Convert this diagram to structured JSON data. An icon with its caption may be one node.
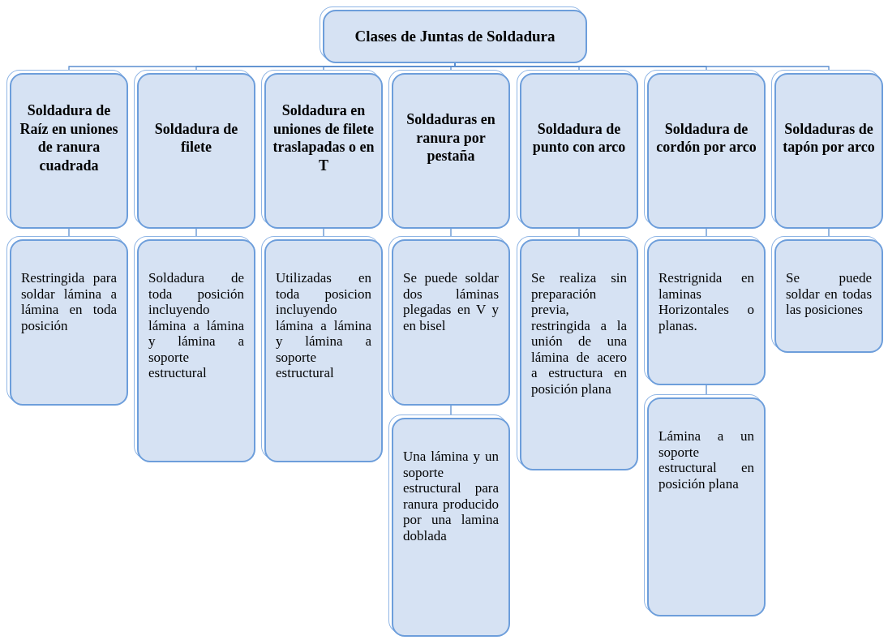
{
  "diagram": {
    "nodes": [
      {
        "text": [
          "Clases de Juntas de Soldadura"
        ]
      },
      {
        "text": [
          "Soldadura de Raíz en uniones de ranura cuadrada"
        ]
      },
      {
        "text": [
          "Soldadura de filete"
        ]
      },
      {
        "text": [
          "Soldadura en uniones de filete traslapadas o en T"
        ]
      },
      {
        "text": [
          "Soldaduras en ranura por pestaña"
        ]
      },
      {
        "text": [
          "Soldadura de punto con arco"
        ]
      },
      {
        "text": [
          "Soldadura de cordón por arco"
        ]
      },
      {
        "text": [
          "Soldaduras de tapón por arco"
        ]
      },
      {
        "text": [
          "Restringida para soldar lámina a lámina en toda posición"
        ]
      },
      {
        "text": [
          "Soldadura de toda posición incluyendo lámina a lámina y lámina a soporte estructural"
        ]
      },
      {
        "text": [
          "Utilizadas en toda posicion incluyendo lámina a lámina y lámina a soporte estructural"
        ]
      },
      {
        "text": [
          "Se puede soldar dos láminas plegadas en V y en bisel"
        ]
      },
      {
        "text": [
          "Una lámina y un soporte estructural para ranura producido por una lamina doblada"
        ]
      },
      {
        "text": [
          "Se realiza sin preparación previa, restringida a la unión de una lámina de acero a estructura en posición plana"
        ]
      },
      {
        "text": [
          "Restrignida en laminas Horizontales o planas."
        ]
      },
      {
        "text": [
          "Lámina a un soporte estructural en posición plana"
        ]
      },
      {
        "text": [
          "Se puede soldar en todas las posiciones"
        ]
      }
    ],
    "edges": [
      {
        "from": 0,
        "to": 1,
        "arrow": "none"
      },
      {
        "from": 0,
        "to": 2,
        "arrow": "none"
      },
      {
        "from": 0,
        "to": 3,
        "arrow": "none"
      },
      {
        "from": 0,
        "to": 4,
        "arrow": "none"
      },
      {
        "from": 0,
        "to": 5,
        "arrow": "none"
      },
      {
        "from": 0,
        "to": 6,
        "arrow": "none"
      },
      {
        "from": 0,
        "to": 7,
        "arrow": "none"
      },
      {
        "from": 1,
        "to": 8,
        "arrow": "none"
      },
      {
        "from": 2,
        "to": 9,
        "arrow": "none"
      },
      {
        "from": 3,
        "to": 10,
        "arrow": "none"
      },
      {
        "from": 4,
        "to": 11,
        "arrow": "none"
      },
      {
        "from": 11,
        "to": 12,
        "arrow": "none"
      },
      {
        "from": 5,
        "to": 13,
        "arrow": "none"
      },
      {
        "from": 6,
        "to": 14,
        "arrow": "none"
      },
      {
        "from": 14,
        "to": 15,
        "arrow": "none"
      },
      {
        "from": 7,
        "to": 16,
        "arrow": "none"
      }
    ]
  }
}
